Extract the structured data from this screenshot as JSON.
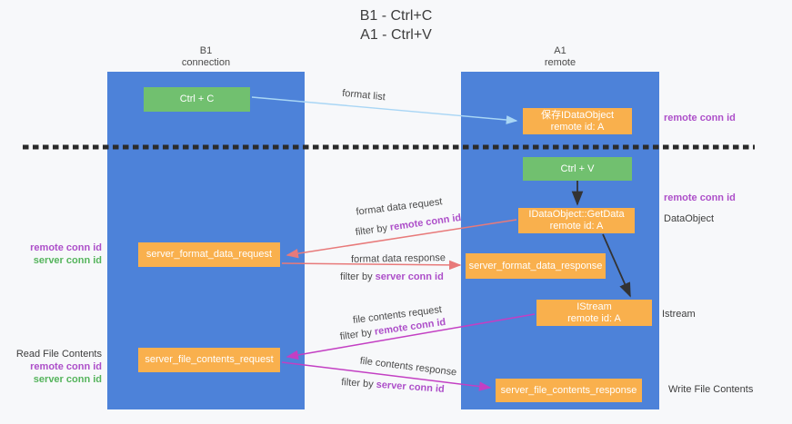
{
  "colors": {
    "bg": "#f7f8fa",
    "column-blue": "#4d82d9",
    "box-green": "#71c06f",
    "box-orange": "#f9b04d",
    "accent-purple": "#ad4fc9",
    "accent-green": "#55b45c",
    "arrow-lightblue": "#a9d6f5",
    "arrow-salmon": "#e87a7a",
    "arrow-magenta": "#c33fc3",
    "arrow-black": "#333333",
    "text-dark": "#3d3d3d"
  },
  "title": {
    "line1": "B1 - Ctrl+C",
    "line2": "A1 - Ctrl+V"
  },
  "columns": {
    "left": {
      "name": "B1",
      "subtitle": "connection"
    },
    "right": {
      "name": "A1",
      "subtitle": "remote"
    }
  },
  "boxes": {
    "ctrl_c": {
      "label": "Ctrl + C"
    },
    "ctrl_v": {
      "label": "Ctrl + V"
    },
    "save_dataobject": {
      "line1": "保存IDataObject",
      "line2": "remote id: A"
    },
    "getdata": {
      "line1": "IDataObject::GetData",
      "line2": "remote id: A"
    },
    "istream": {
      "line1": "IStream",
      "line2": "remote id: A"
    },
    "format_request": {
      "label": "server_format_data_request"
    },
    "format_response": {
      "label": "server_format_data_response"
    },
    "file_request": {
      "label": "server_file_contents_request"
    },
    "file_response": {
      "label": "server_file_contents_response"
    }
  },
  "side_labels": {
    "right_top_conn_id": "remote conn id",
    "right_mid_conn_id": "remote conn id",
    "dataobject": "DataObject",
    "istream": "Istream",
    "write_file_contents": "Write File Contents",
    "left_format_remote": "remote conn id",
    "left_format_server": "server conn id",
    "read_file_contents": "Read File Contents",
    "left_file_remote": "remote conn id",
    "left_file_server": "server conn id"
  },
  "arrow_labels": {
    "format_list": "format list",
    "format_request": "format data request",
    "format_request_filter_prefix": "filter by",
    "format_request_filter_key": "remote conn id",
    "format_response": "format data response",
    "format_response_filter_prefix": "filter by",
    "format_response_filter_key": "server conn id",
    "file_request": "file contents request",
    "file_request_filter_prefix": "filter by",
    "file_request_filter_key": "remote conn id",
    "file_response": "file contents response",
    "file_response_filter_prefix": "filter by",
    "file_response_filter_key": "server conn id"
  }
}
